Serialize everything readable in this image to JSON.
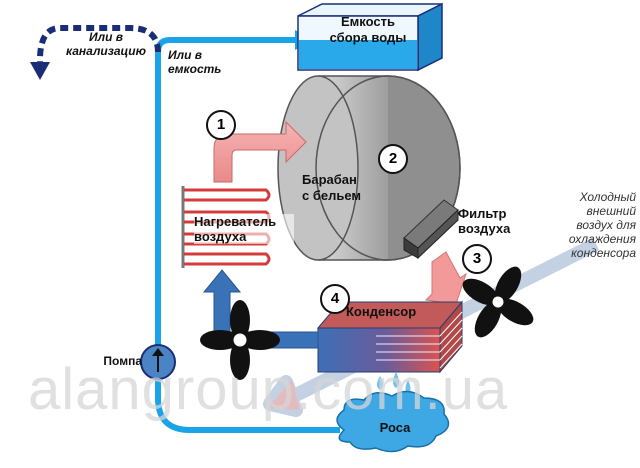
{
  "labels": {
    "tank": "Емкость\nсбора воды",
    "or_sewer": "Или в\nканализацию",
    "or_tank": "Или в\nемкость",
    "drum": "Барабан\nс бельем",
    "filter": "Фильтр\nвоздуха",
    "cold_air": "Холодный\nвнешний\nвоздух для\nохлаждения\nконденсора",
    "heater": "Нагреватель\nвоздуха",
    "condenser": "Конденсор",
    "pump": "Помпа",
    "dew": "Роса"
  },
  "steps": [
    "1",
    "2",
    "3",
    "4"
  ],
  "watermark": "alangroup.com.ua",
  "colors": {
    "water_pipe": "#1aa3e8",
    "drum": "#c8c8c8",
    "hot_air": "#f4a6a6",
    "cool_air": "#3a72b8",
    "condenser": "#3d6fb6",
    "condenser_hot": "#d9534f",
    "tank_water": "#29a8ea",
    "dew_cloud": "#3ea8e4"
  }
}
